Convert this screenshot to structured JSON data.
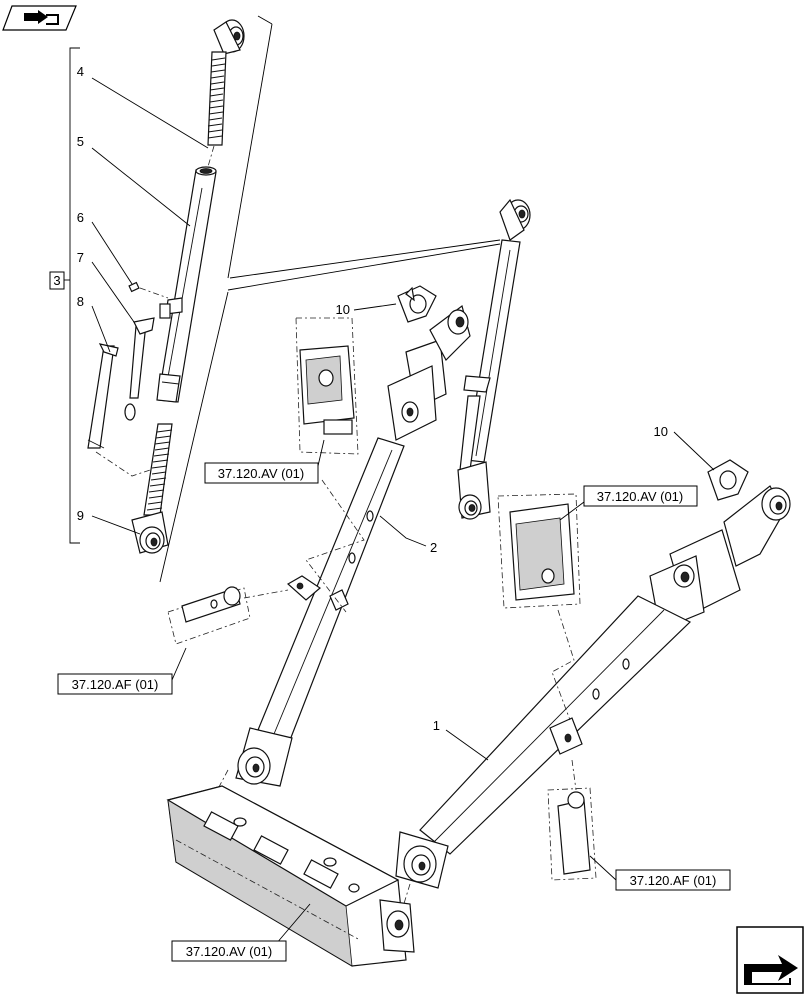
{
  "callouts": {
    "c1": "1",
    "c2": "2",
    "c3": "3",
    "c4": "4",
    "c5": "5",
    "c6": "6",
    "c7": "7",
    "c8": "8",
    "c9": "9",
    "c10a": "10",
    "c10b": "10"
  },
  "refs": {
    "av_upper_left": "37.120.AV (01)",
    "av_upper_right": "37.120.AV (01)",
    "af_left": "37.120.AF (01)",
    "af_right": "37.120.AF (01)",
    "av_bottom": "37.120.AV (01)"
  },
  "icons": {
    "top_left": "book-arrow-icon",
    "bottom_right": "next-page-arrow-icon"
  }
}
